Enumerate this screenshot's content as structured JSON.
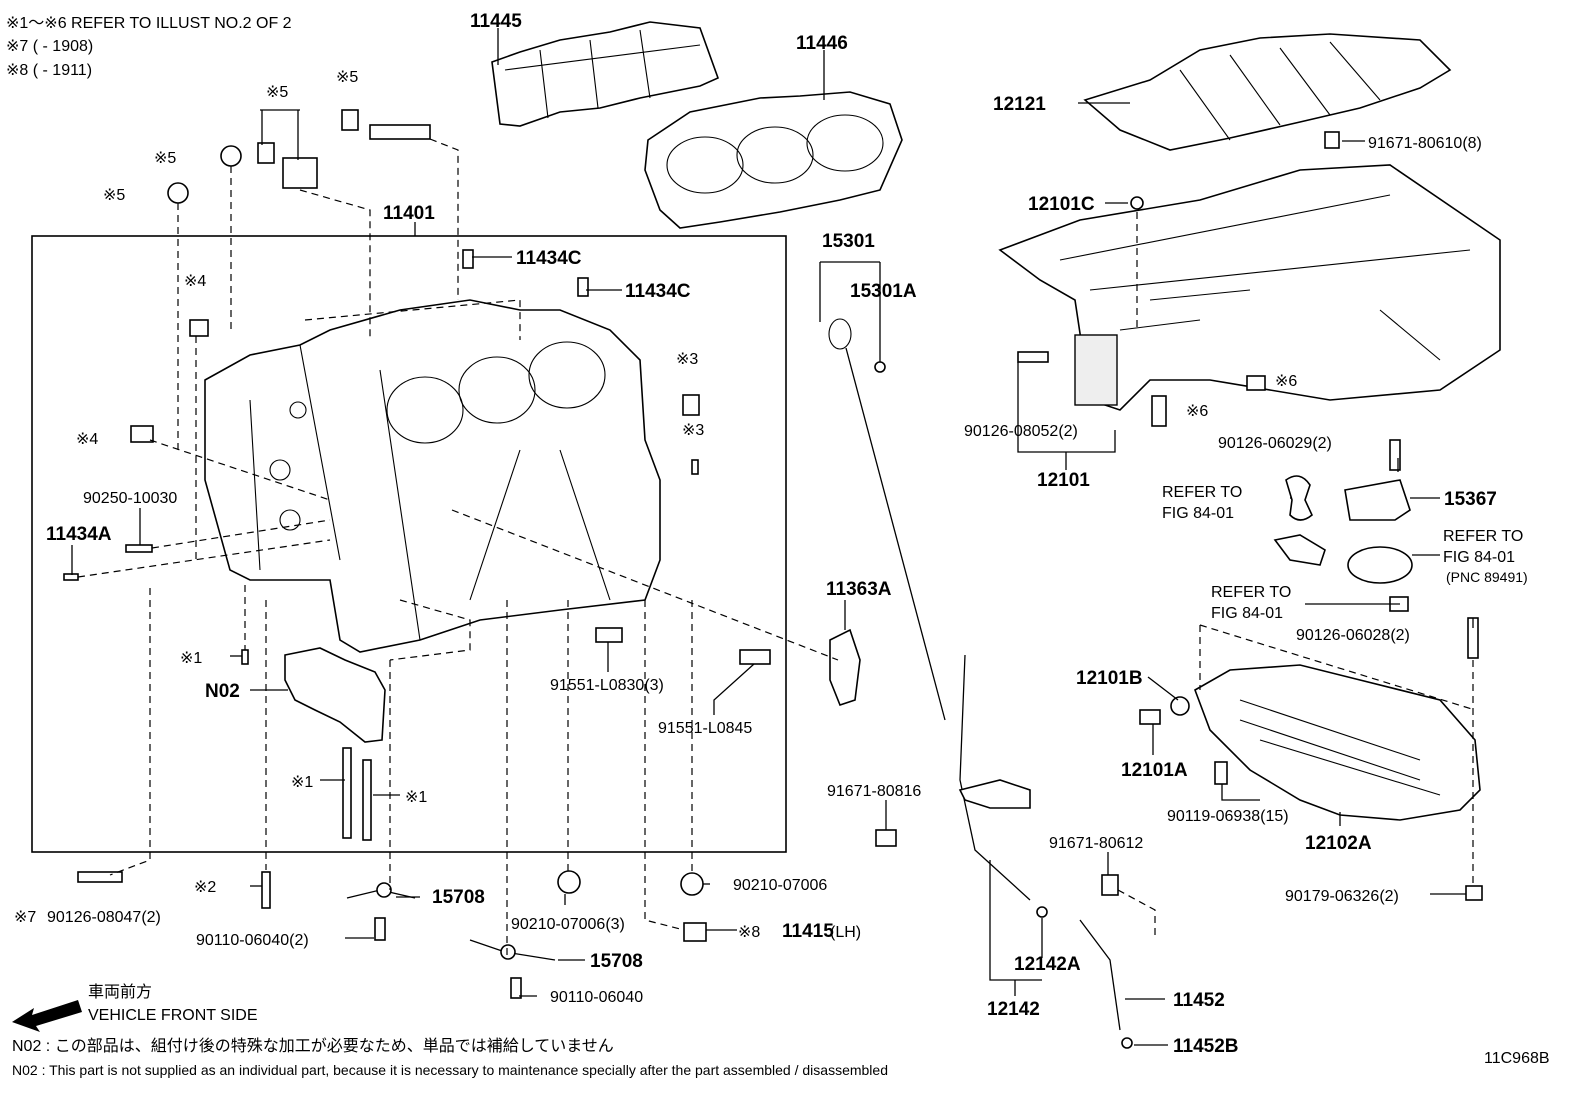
{
  "header_notes": [
    "※1～※6 REFER TO ILLUST NO.2 OF 2",
    "※7 (          - 1908)",
    "※8 (          - 1911)"
  ],
  "parts": {
    "p11445": "11445",
    "p11446": "11446",
    "p12121": "12121",
    "p91671_80610": "91671-80610(8)",
    "p12101C": "12101C",
    "p11401": "11401",
    "p11434C_a": "11434C",
    "p11434C_b": "11434C",
    "p15301": "15301",
    "p15301A": "15301A",
    "p90126_08052": "90126-08052(2)",
    "p12101": "12101",
    "p90126_06029": "90126-06029(2)",
    "p15367": "15367",
    "p90250_10030": "90250-10030",
    "p11434A": "11434A",
    "p11363A": "11363A",
    "pN02": "N02",
    "p91551_L0830": "91551-L0830(3)",
    "p91551_L0845": "91551-L0845",
    "p90126_06028": "90126-06028(2)",
    "p12101B": "12101B",
    "p12101A": "12101A",
    "p90119_06938": "90119-06938(15)",
    "p12102A": "12102A",
    "p91671_80816": "91671-80816",
    "p91671_80612": "91671-80612",
    "p90179_06326": "90179-06326(2)",
    "p90126_08047": "90126-08047(2)",
    "p90110_06040_2": "90110-06040(2)",
    "p15708_a": "15708",
    "p15708_b": "15708",
    "p90210_07006_3": "90210-07006(3)",
    "p90210_07006": "90210-07006",
    "p11415": "11415",
    "p11415_lh": "(LH)",
    "p90110_06040": "90110-06040",
    "p12142A": "12142A",
    "p12142": "12142",
    "p11452": "11452",
    "p11452B": "11452B"
  },
  "markers": {
    "m5a": "※5",
    "m5b": "※5",
    "m5c": "※5",
    "m5d": "※5",
    "m4a": "※4",
    "m4b": "※4",
    "m3a": "※3",
    "m3b": "※3",
    "m6a": "※6",
    "m6b": "※6",
    "m1a": "※1",
    "m1b": "※1",
    "m1c": "※1",
    "m2": "※2",
    "m7": "※7",
    "m8": "※8"
  },
  "refs": {
    "r1_line1": "REFER TO",
    "r1_line2": "FIG 84-01",
    "r2_line1": "REFER TO",
    "r2_line2": "FIG 84-01",
    "r2_line3": "(PNC 89491)",
    "r3_line1": "REFER TO",
    "r3_line2": "FIG 84-01"
  },
  "direction": {
    "jp": "車両前方",
    "en": "VEHICLE FRONT SIDE"
  },
  "footnotes": {
    "jp": "N02 : この部品は、組付け後の特殊な加工が必要なため、単品では補給していません",
    "en": "N02 : This part is not supplied as an individual part, because it is necessary to maintenance specially after the part assembled / disassembled"
  },
  "figure_code": "11C968B"
}
